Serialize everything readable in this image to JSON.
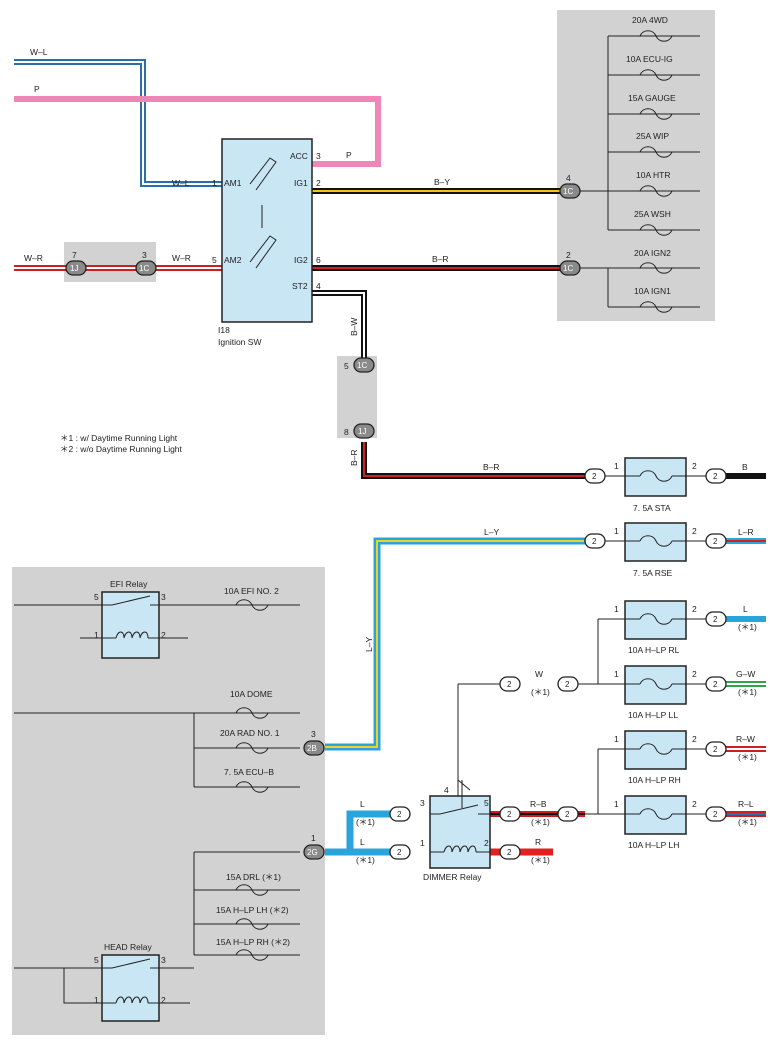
{
  "diagram": {
    "ignition": {
      "id": "I18",
      "name": "Ignition SW",
      "terminals": [
        "ACC",
        "IG1",
        "IG2",
        "ST2",
        "AM1",
        "AM2"
      ],
      "pins": [
        "3",
        "2",
        "6",
        "4",
        "1",
        "5"
      ]
    },
    "fuse_box_top": {
      "fuses": [
        "20A 4WD",
        "10A ECU-IG",
        "15A GAUGE",
        "25A WIP",
        "10A HTR",
        "25A WSH",
        "20A IGN2",
        "10A IGN1"
      ]
    },
    "wires": {
      "w_l": "W–L",
      "p": "P",
      "w_r": "W–R",
      "b_y": "B–Y",
      "b_r": "B–R",
      "b_w": "B–W",
      "l_y": "L–Y",
      "b": "B",
      "l_r": "L–R",
      "l": "L",
      "g_w": "G–W",
      "r_w": "R–W",
      "r_l": "R–L",
      "w": "W",
      "r_b": "R–B",
      "r": "R"
    },
    "connectors": {
      "c1c": "1C",
      "c1j": "1J",
      "c2": "2",
      "c2b": "2B",
      "c2g": "2G"
    },
    "pins": {
      "n1": "1",
      "n2": "2",
      "n3": "3",
      "n4": "4",
      "n5": "5",
      "n6": "6",
      "n7": "7",
      "n8": "8"
    },
    "notes": {
      "n1": "＊1 : w/ Daytime Running Light",
      "n2": "＊2 : w/o Daytime Running Light",
      "s1": "(＊1)"
    },
    "fuses_right": {
      "sta": "7. 5A STA",
      "rse": "7. 5A RSE",
      "hlp_rl": "10A H–LP RL",
      "hlp_ll": "10A H–LP LL",
      "hlp_rh": "10A H–LP RH",
      "hlp_lh": "10A H–LP LH"
    },
    "fuse_box_bottom": {
      "efi_relay": "EFI Relay",
      "efi_no2": "10A EFI NO. 2",
      "dome": "10A DOME",
      "rad_no1": "20A RAD NO. 1",
      "ecu_b": "7. 5A ECU–B",
      "drl": "15A DRL (＊1)",
      "hlp_lh2": "15A H–LP LH (＊2)",
      "hlp_rh2": "15A H–LP RH (＊2)",
      "head_relay": "HEAD Relay"
    },
    "dimmer_relay": "DIMMER Relay"
  }
}
